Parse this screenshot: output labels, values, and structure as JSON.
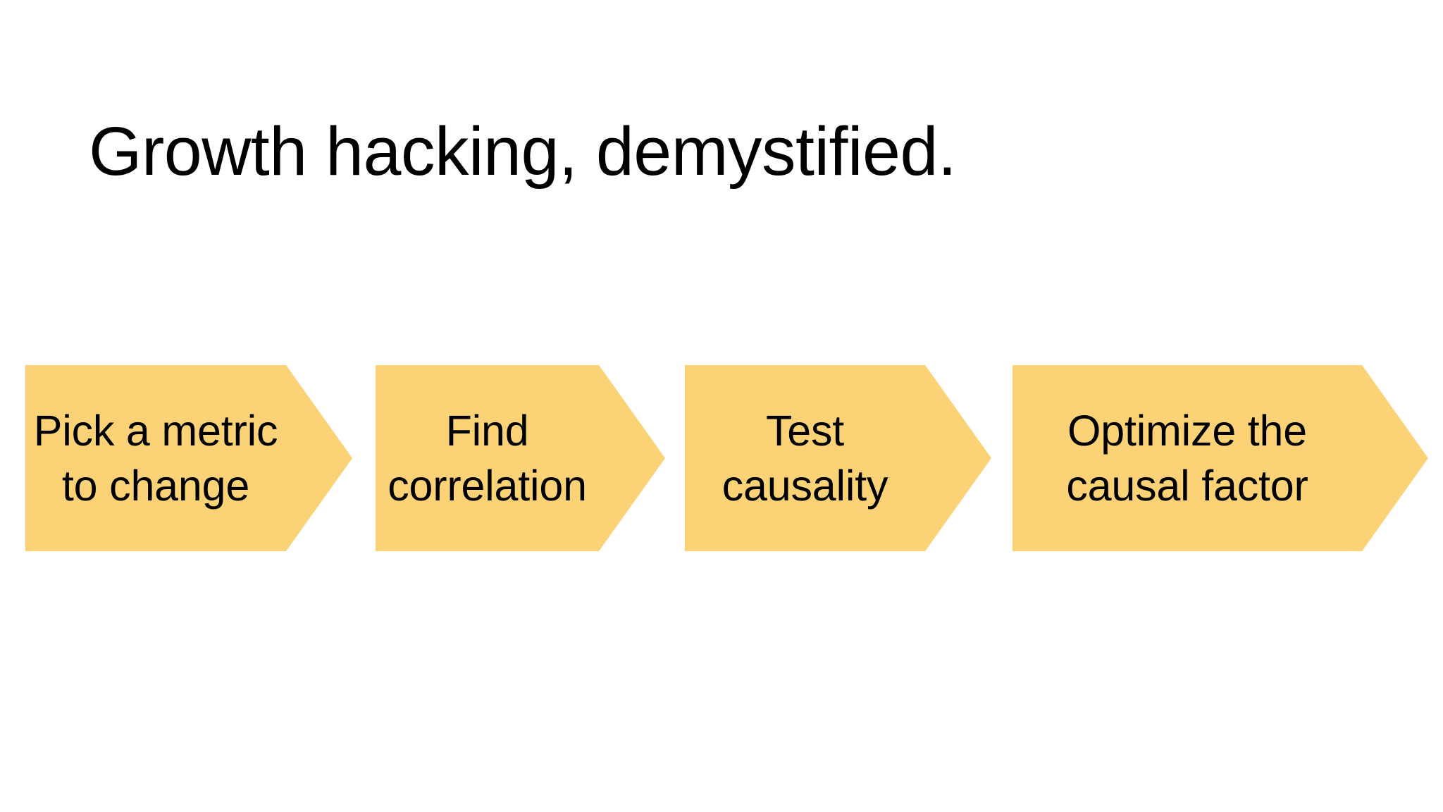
{
  "slide": {
    "title": "Growth hacking, demystified.",
    "background_color": "#FFFFFF",
    "text_color": "#000000",
    "accent_color": "#FBD276"
  },
  "process_flow": {
    "orientation": "horizontal",
    "shape": "chevron-arrow",
    "fill_color": "#FBD276",
    "label_color": "#000000",
    "steps": [
      {
        "index": 1,
        "label": "Pick a metric\nto change",
        "line1": "Pick a metric",
        "line2": "to change"
      },
      {
        "index": 2,
        "label": "Find\ncorrelation",
        "line1": "Find",
        "line2": "correlation"
      },
      {
        "index": 3,
        "label": "Test\ncausality",
        "line1": "Test",
        "line2": "causality"
      },
      {
        "index": 4,
        "label": "Optimize the\ncausal factor",
        "line1": "Optimize the",
        "line2": "causal factor"
      }
    ]
  }
}
